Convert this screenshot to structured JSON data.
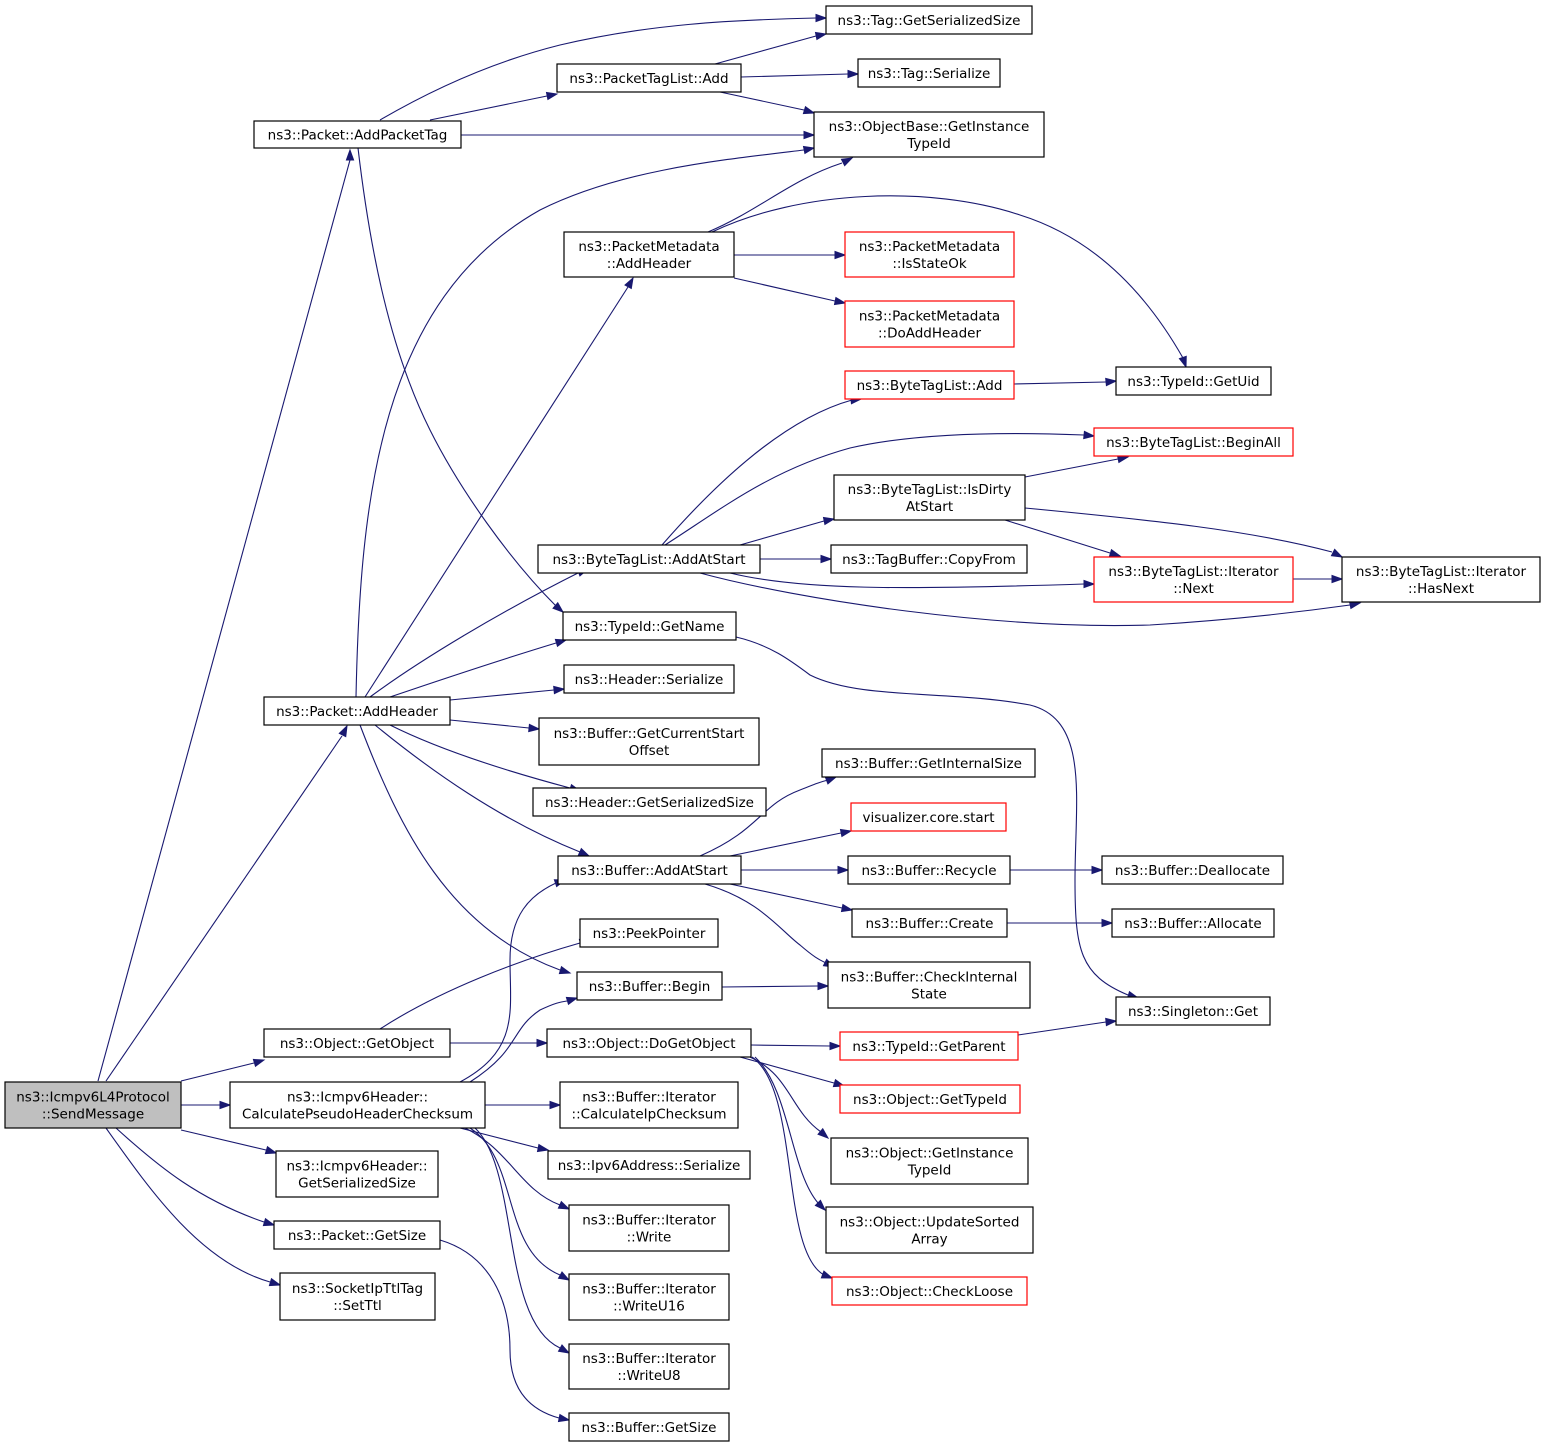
{
  "colors": {
    "edge": "#191970",
    "border_normal": "#000000",
    "border_truncated": "#ff0000",
    "root_fill": "#bfbfbf",
    "node_fill": "#ffffff"
  },
  "nodes": [
    {
      "id": "send",
      "lines": [
        "ns3::Icmpv6L4Protocol",
        "::SendMessage"
      ],
      "style": "root"
    },
    {
      "id": "addPacketTag",
      "lines": [
        "ns3::Packet::AddPacketTag"
      ],
      "style": "normal"
    },
    {
      "id": "addHeaderPkt",
      "lines": [
        "ns3::Packet::AddHeader"
      ],
      "style": "normal"
    },
    {
      "id": "getObject",
      "lines": [
        "ns3::Object::GetObject"
      ],
      "style": "normal"
    },
    {
      "id": "calcPseudo",
      "lines": [
        "ns3::Icmpv6Header::",
        "CalculatePseudoHeaderChecksum"
      ],
      "style": "normal"
    },
    {
      "id": "icmpSerSize",
      "lines": [
        "ns3::Icmpv6Header::",
        "GetSerializedSize"
      ],
      "style": "normal"
    },
    {
      "id": "pktGetSize",
      "lines": [
        "ns3::Packet::GetSize"
      ],
      "style": "normal"
    },
    {
      "id": "setTtl",
      "lines": [
        "ns3::SocketIpTtlTag",
        "::SetTtl"
      ],
      "style": "normal"
    },
    {
      "id": "ptlAdd",
      "lines": [
        "ns3::PacketTagList::Add"
      ],
      "style": "normal"
    },
    {
      "id": "pmAddHeader",
      "lines": [
        "ns3::PacketMetadata",
        "::AddHeader"
      ],
      "style": "normal"
    },
    {
      "id": "btlAddAtStart",
      "lines": [
        "ns3::ByteTagList::AddAtStart"
      ],
      "style": "normal"
    },
    {
      "id": "tidGetName",
      "lines": [
        "ns3::TypeId::GetName"
      ],
      "style": "normal"
    },
    {
      "id": "hdrSerialize",
      "lines": [
        "ns3::Header::Serialize"
      ],
      "style": "normal"
    },
    {
      "id": "bufCurStart",
      "lines": [
        "ns3::Buffer::GetCurrentStart",
        "Offset"
      ],
      "style": "normal"
    },
    {
      "id": "hdrSerSize",
      "lines": [
        "ns3::Header::GetSerializedSize"
      ],
      "style": "normal"
    },
    {
      "id": "bufAddAtStart",
      "lines": [
        "ns3::Buffer::AddAtStart"
      ],
      "style": "normal"
    },
    {
      "id": "peekPointer",
      "lines": [
        "ns3::PeekPointer"
      ],
      "style": "normal"
    },
    {
      "id": "bufBegin",
      "lines": [
        "ns3::Buffer::Begin"
      ],
      "style": "normal"
    },
    {
      "id": "doGetObject",
      "lines": [
        "ns3::Object::DoGetObject"
      ],
      "style": "normal"
    },
    {
      "id": "itCalcIp",
      "lines": [
        "ns3::Buffer::Iterator",
        "::CalculateIpChecksum"
      ],
      "style": "normal"
    },
    {
      "id": "ipv6Ser",
      "lines": [
        "ns3::Ipv6Address::Serialize"
      ],
      "style": "normal"
    },
    {
      "id": "itWrite",
      "lines": [
        "ns3::Buffer::Iterator",
        "::Write"
      ],
      "style": "normal"
    },
    {
      "id": "itWriteU16",
      "lines": [
        "ns3::Buffer::Iterator",
        "::WriteU16"
      ],
      "style": "normal"
    },
    {
      "id": "itWriteU8",
      "lines": [
        "ns3::Buffer::Iterator",
        "::WriteU8"
      ],
      "style": "normal"
    },
    {
      "id": "bufGetSize",
      "lines": [
        "ns3::Buffer::GetSize"
      ],
      "style": "normal"
    },
    {
      "id": "tagSerSize",
      "lines": [
        "ns3::Tag::GetSerializedSize"
      ],
      "style": "normal"
    },
    {
      "id": "tagSerialize",
      "lines": [
        "ns3::Tag::Serialize"
      ],
      "style": "normal"
    },
    {
      "id": "obGetInst",
      "lines": [
        "ns3::ObjectBase::GetInstance",
        "TypeId"
      ],
      "style": "normal"
    },
    {
      "id": "pmIsStateOk",
      "lines": [
        "ns3::PacketMetadata",
        "::IsStateOk"
      ],
      "style": "truncated"
    },
    {
      "id": "pmDoAddHeader",
      "lines": [
        "ns3::PacketMetadata",
        "::DoAddHeader"
      ],
      "style": "truncated"
    },
    {
      "id": "btlAdd",
      "lines": [
        "ns3::ByteTagList::Add"
      ],
      "style": "truncated"
    },
    {
      "id": "btlIsDirty",
      "lines": [
        "ns3::ByteTagList::IsDirty",
        "AtStart"
      ],
      "style": "normal"
    },
    {
      "id": "tbCopyFrom",
      "lines": [
        "ns3::TagBuffer::CopyFrom"
      ],
      "style": "normal"
    },
    {
      "id": "bufGetInternal",
      "lines": [
        "ns3::Buffer::GetInternalSize"
      ],
      "style": "normal"
    },
    {
      "id": "vizStart",
      "lines": [
        "visualizer.core.start"
      ],
      "style": "truncated"
    },
    {
      "id": "bufRecycle",
      "lines": [
        "ns3::Buffer::Recycle"
      ],
      "style": "normal"
    },
    {
      "id": "bufCreate",
      "lines": [
        "ns3::Buffer::Create"
      ],
      "style": "normal"
    },
    {
      "id": "bufCheckInternal",
      "lines": [
        "ns3::Buffer::CheckInternal",
        "State"
      ],
      "style": "normal"
    },
    {
      "id": "tidGetParent",
      "lines": [
        "ns3::TypeId::GetParent"
      ],
      "style": "truncated"
    },
    {
      "id": "objGetTypeId",
      "lines": [
        "ns3::Object::GetTypeId"
      ],
      "style": "truncated"
    },
    {
      "id": "objGetInst",
      "lines": [
        "ns3::Object::GetInstance",
        "TypeId"
      ],
      "style": "normal"
    },
    {
      "id": "objUpdSorted",
      "lines": [
        "ns3::Object::UpdateSorted",
        "Array"
      ],
      "style": "normal"
    },
    {
      "id": "objCheckLoose",
      "lines": [
        "ns3::Object::CheckLoose"
      ],
      "style": "truncated"
    },
    {
      "id": "tidGetUid",
      "lines": [
        "ns3::TypeId::GetUid"
      ],
      "style": "normal"
    },
    {
      "id": "btlBeginAll",
      "lines": [
        "ns3::ByteTagList::BeginAll"
      ],
      "style": "truncated"
    },
    {
      "id": "btlItNext",
      "lines": [
        "ns3::ByteTagList::Iterator",
        "::Next"
      ],
      "style": "truncated"
    },
    {
      "id": "btlItHasNext",
      "lines": [
        "ns3::ByteTagList::Iterator",
        "::HasNext"
      ],
      "style": "normal"
    },
    {
      "id": "bufDealloc",
      "lines": [
        "ns3::Buffer::Deallocate"
      ],
      "style": "normal"
    },
    {
      "id": "bufAlloc",
      "lines": [
        "ns3::Buffer::Allocate"
      ],
      "style": "normal"
    },
    {
      "id": "singletonGet",
      "lines": [
        "ns3::Singleton::Get"
      ],
      "style": "normal"
    }
  ]
}
